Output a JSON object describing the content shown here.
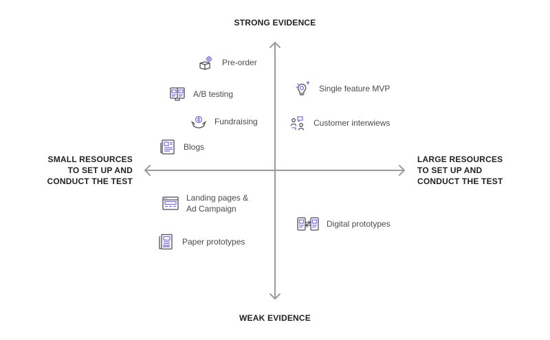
{
  "axes": {
    "top": "STRONG EVIDENCE",
    "bottom": "WEAK EVIDENCE",
    "left": "SMALL RESOURCES\nTO SET UP AND\nCONDUCT THE TEST",
    "right": "LARGE RESOURCES\nTO SET UP AND\nCONDUCT THE TEST"
  },
  "colors": {
    "axis": "#9a9a9a",
    "icon": "#7b6fd8",
    "icon_dark": "#4b4b5c"
  },
  "items": {
    "pre_order": {
      "label": "Pre-order",
      "icon": "gear-box-icon"
    },
    "ab_testing": {
      "label": "A/B testing",
      "icon": "split-monitor-icon"
    },
    "fundraising": {
      "label": "Fundraising",
      "icon": "coin-hand-icon"
    },
    "blogs": {
      "label": "Blogs",
      "icon": "blog-page-icon"
    },
    "single_feature_mvp": {
      "label": "Single feature MVP",
      "icon": "lightbulb-coin-icon"
    },
    "customer_interviews": {
      "label": "Customer interwiews",
      "icon": "people-chat-icon"
    },
    "landing_pages": {
      "label": "Landing pages &\nAd Campaign",
      "icon": "landing-page-icon"
    },
    "paper_prototypes": {
      "label": "Paper prototypes",
      "icon": "paper-prototype-icon"
    },
    "digital_prototypes": {
      "label": "Digital prototypes",
      "icon": "devices-icon"
    }
  }
}
